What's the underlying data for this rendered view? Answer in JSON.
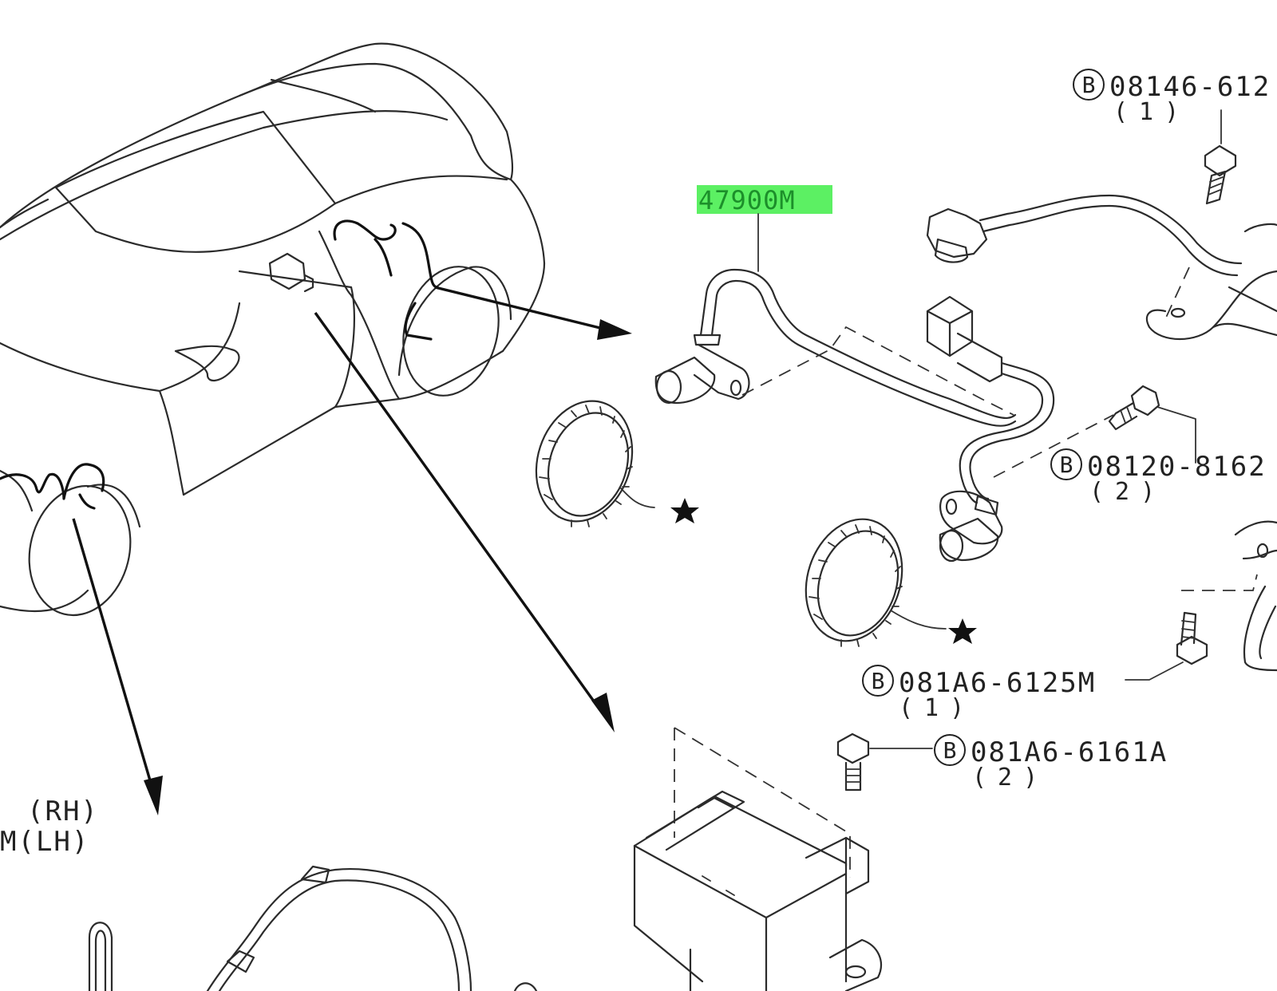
{
  "highlight_color": "#5cf063",
  "highlighted_part": "47900M",
  "callouts": [
    {
      "marker": "B",
      "part": "08146-612",
      "qty": "(1)"
    },
    {
      "marker": "B",
      "part": "08120-8162",
      "qty": "(2)"
    },
    {
      "marker": "B",
      "part": "081A6-6125M",
      "qty": "(1)"
    },
    {
      "marker": "B",
      "part": "081A6-6161A",
      "qty": "(2)"
    }
  ],
  "side_labels": {
    "rh": "(RH)",
    "lh": "M(LH)"
  },
  "icons": {
    "star": "star-marker-icon",
    "circle_b": "circled-b-icon"
  }
}
